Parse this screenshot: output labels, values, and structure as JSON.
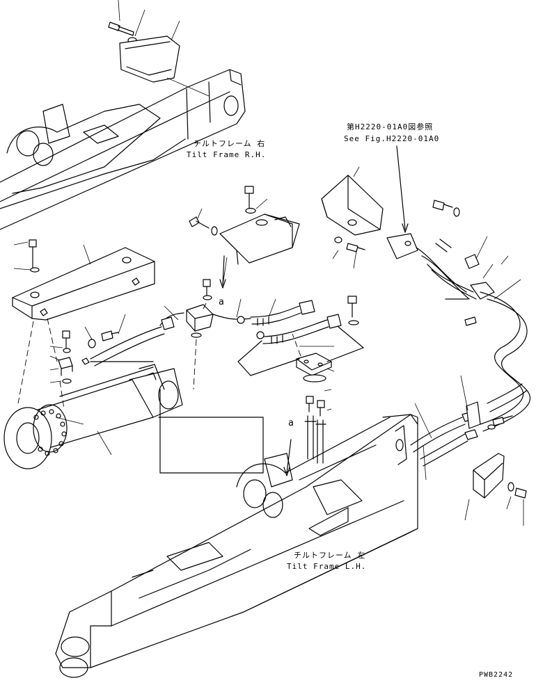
{
  "labels": {
    "tilt_rh_jp": "チルトフレーム 右",
    "tilt_rh_en": "Tilt Frame R.H.",
    "tilt_lh_jp": "チルトフレーム 左",
    "tilt_lh_en": "Tilt Frame L.H.",
    "ref_jp": "第H2220-01A0図参照",
    "ref_en": "See Fig.H2220-01A0",
    "marker_a_top": "a",
    "marker_a_bottom": "a",
    "drawing_code": "PWB2242"
  }
}
